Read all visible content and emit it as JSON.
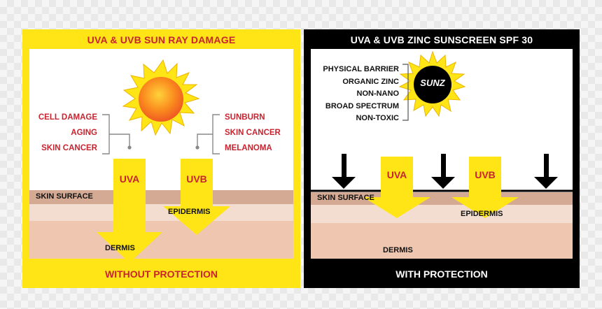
{
  "left": {
    "title": "UVA & UVB SUN RAY DAMAGE",
    "footer": "WITHOUT PROTECTION",
    "uva_effects": [
      "CELL DAMAGE",
      "AGING",
      "SKIN CANCER"
    ],
    "uvb_effects": [
      "SUNBURN",
      "SKIN CANCER",
      "MELANOMA"
    ],
    "uva_label": "UVA",
    "uvb_label": "UVB",
    "layers": {
      "skin_surface": "SKIN SURFACE",
      "epidermis": "EPIDERMIS",
      "dermis": "DERMIS"
    }
  },
  "right": {
    "title": "UVA & UVB ZINC SUNSCREEN SPF 30",
    "footer": "WITH PROTECTION",
    "features": [
      "PHYSICAL BARRIER",
      "ORGANIC ZINC",
      "NON-NANO",
      "BROAD SPECTRUM",
      "NON-TOXIC"
    ],
    "logo_text": "SUNZ",
    "uva_label": "UVA",
    "uvb_label": "UVB",
    "layers": {
      "skin_surface": "SKIN SURFACE",
      "epidermis": "EPIDERMIS",
      "dermis": "DERMIS"
    }
  },
  "colors": {
    "yellow": "#ffe516",
    "red": "#c8242f",
    "black": "#000000"
  }
}
